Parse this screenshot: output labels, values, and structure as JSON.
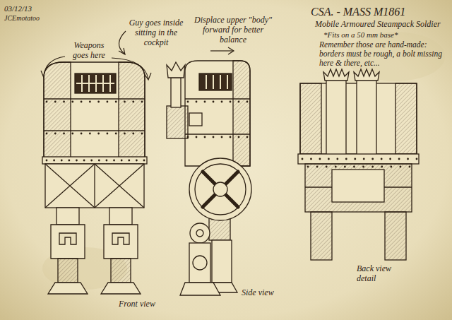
{
  "diagram": {
    "title": "CSA. - MASS M1861",
    "labels": [
      "03/12/13",
      "JCEmotatoo",
      "Weapons goes here",
      "Guy goes inside sitting in the cockpit",
      "Displace upper \"body\" forward for better balance",
      "Mobile Armoured Steampack Soldier",
      "*Fits on a 50 mm base*",
      "Remember those are hand-made: borders must be rough, a bolt missing here & there, etc...",
      "Front view",
      "Side view",
      "Back view detail"
    ]
  }
}
